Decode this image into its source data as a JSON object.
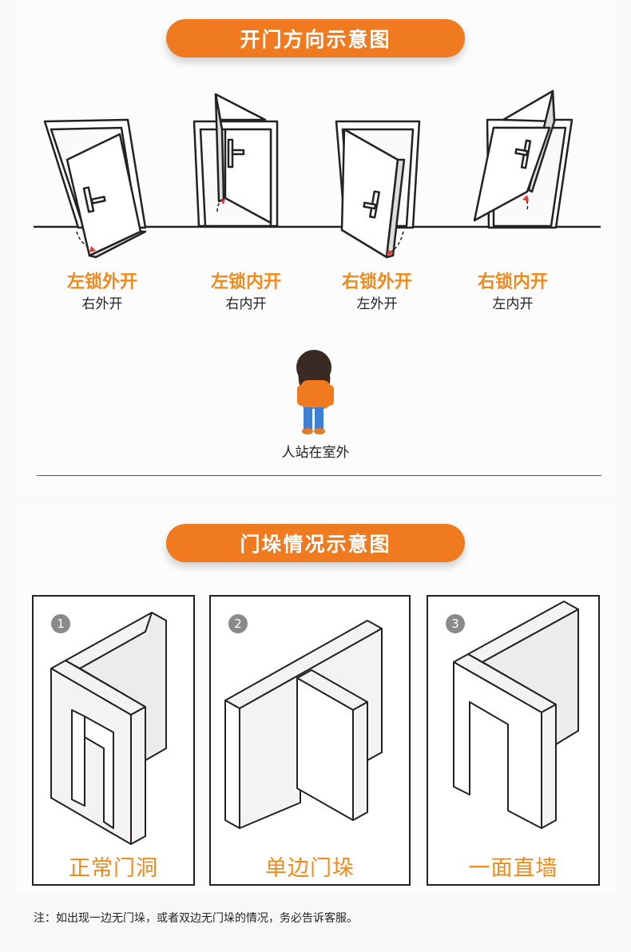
{
  "section1": {
    "title": "开门方向示意图"
  },
  "doors": [
    {
      "primary": "左锁外开",
      "secondary": "右外开"
    },
    {
      "primary": "左锁内开",
      "secondary": "右内开"
    },
    {
      "primary": "右锁外开",
      "secondary": "左外开"
    },
    {
      "primary": "右锁内开",
      "secondary": "左内开"
    }
  ],
  "person": {
    "caption": "人站在室外"
  },
  "section2": {
    "title": "门垛情况示意图"
  },
  "frames": [
    {
      "number": "1",
      "caption": "正常门洞"
    },
    {
      "number": "2",
      "caption": "单边门垛"
    },
    {
      "number": "3",
      "caption": "一面直墙"
    }
  ],
  "note": "注：如出现一边无门垛，或者双边无门垛的情况，务必告诉客服。",
  "colors": {
    "accent": "#f07a1f",
    "label": "#ef8a1c",
    "arrow": "#e53935",
    "coat": "#f07a1f",
    "pants": "#3d7fd1"
  }
}
